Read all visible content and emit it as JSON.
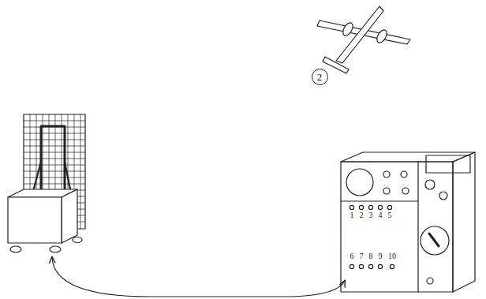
{
  "diagram": {
    "nodes": [
      {
        "text": [
          "2"
        ]
      }
    ],
    "labels": [
      "1",
      "2",
      "3",
      "4",
      "5",
      "6",
      "7",
      "8",
      "9",
      "10"
    ]
  }
}
